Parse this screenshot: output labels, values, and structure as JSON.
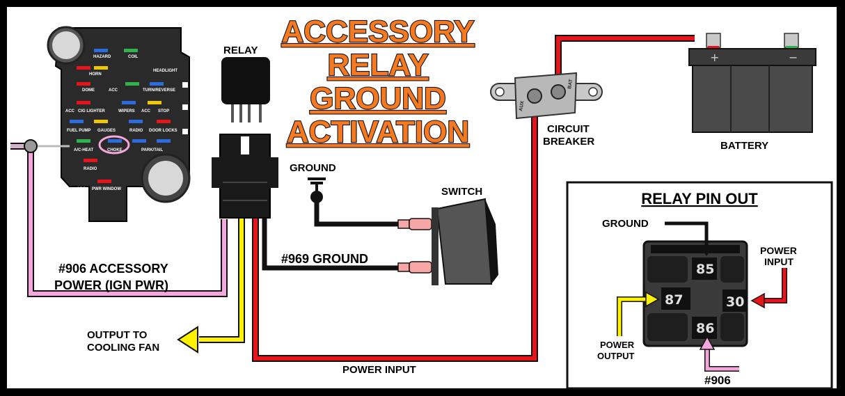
{
  "title": {
    "line1": "ACCESSORY",
    "line2": "RELAY",
    "line3": "GROUND",
    "line4": "ACTIVATION"
  },
  "relay_label": "RELAY",
  "ground_label": "GROUND",
  "switch_label": "SWITCH",
  "circuit_breaker": {
    "line1": "CIRCUIT",
    "line2": "BREAKER",
    "term_aux": "AUX",
    "term_bat": "BAT"
  },
  "battery_label": "BATTERY",
  "wire_906": {
    "line1": "#906 ACCESSORY",
    "line2": "POWER (IGN PWR)"
  },
  "wire_969": "#969 GROUND",
  "output_label": {
    "line1": "OUTPUT TO",
    "line2": "COOLING FAN"
  },
  "power_input_label": "POWER INPUT",
  "fuse_panel": {
    "labels": [
      "HAZARD",
      "COIL",
      "HORN",
      "HEADLIGHT",
      "DOME",
      "ACC",
      "TURN/REVERSE",
      "ACC",
      "CIG LIGHTER",
      "WIPERS",
      "ACC",
      "STOP",
      "FUEL PUMP",
      "GAUGES",
      "RADIO",
      "DOOR LOCKS",
      "A/C-HEAT",
      "CHOKE",
      "PARK/TAIL",
      "RADIO",
      "ACC",
      "PWR WINDOW"
    ]
  },
  "pinout": {
    "title": "RELAY PIN OUT",
    "ground": "GROUND",
    "power_input": {
      "line1": "POWER",
      "line2": "INPUT"
    },
    "power_output": {
      "line1": "POWER",
      "line2": "OUTPUT"
    },
    "wire": "#906",
    "pins": {
      "p85": "85",
      "p87": "87",
      "p30": "30",
      "p86": "86"
    }
  },
  "colors": {
    "red": "#e8141c",
    "yellow": "#fff200",
    "pink": "#f4a6dd",
    "black": "#111111",
    "title_orange": "#f47920"
  }
}
